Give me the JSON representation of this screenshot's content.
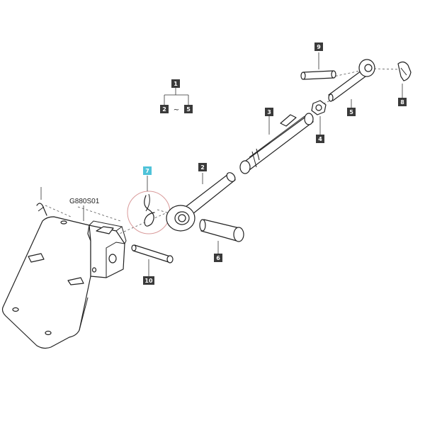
{
  "drawing_code": "G880S01",
  "range_separator": "~",
  "callouts": {
    "c1": "1",
    "c2_range": "2",
    "c5_range": "5",
    "c2": "2",
    "c3": "3",
    "c4": "4",
    "c5": "5",
    "c6": "6",
    "c7": "7",
    "c8": "8",
    "c9": "9",
    "c10": "10"
  },
  "highlighted_callout": "7",
  "colors": {
    "line": "#222222",
    "callout": "#3a3a3a",
    "highlight": "#4fc3d9",
    "highlight_circle": "#d99a9a"
  }
}
